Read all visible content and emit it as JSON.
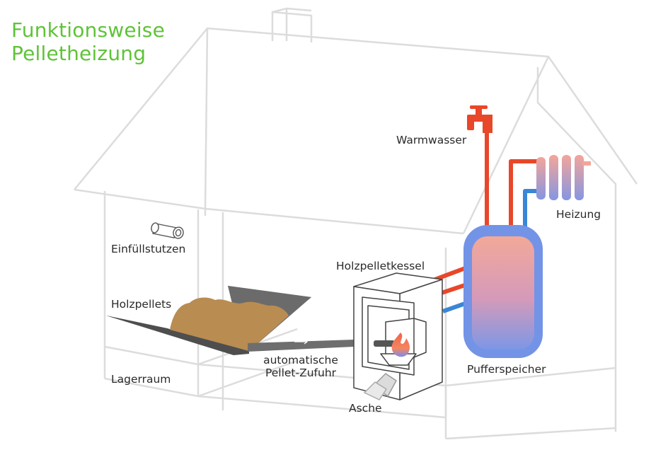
{
  "title": {
    "line1": "Funktionsweise",
    "line2": "Pelletheizung"
  },
  "labels": {
    "warmwasser": "Warmwasser",
    "heizung": "Heizung",
    "einfuellstutzen": "Einfüllstutzen",
    "holzpelletkessel": "Holzpelletkessel",
    "holzpellets": "Holzpellets",
    "automatische_line1": "automatische",
    "automatische_line2": "Pellet-Zufuhr",
    "pufferspeicher": "Pufferspeicher",
    "lagerraum": "Lagerraum",
    "asche": "Asche"
  },
  "colors": {
    "title_green": "#5fc338",
    "hot_water_red": "#e8472a",
    "cold_water_blue": "#3a86d6",
    "tank_blue": "#7393e6",
    "tank_pink": "#f0a596",
    "pellets_brown": "#b98c52",
    "house_outline": "#dcdcdc",
    "auger_grey": "#6e6e6e"
  },
  "icons": [
    "faucet-icon",
    "radiator-icon",
    "fill-pipe-icon",
    "flame-icon"
  ]
}
